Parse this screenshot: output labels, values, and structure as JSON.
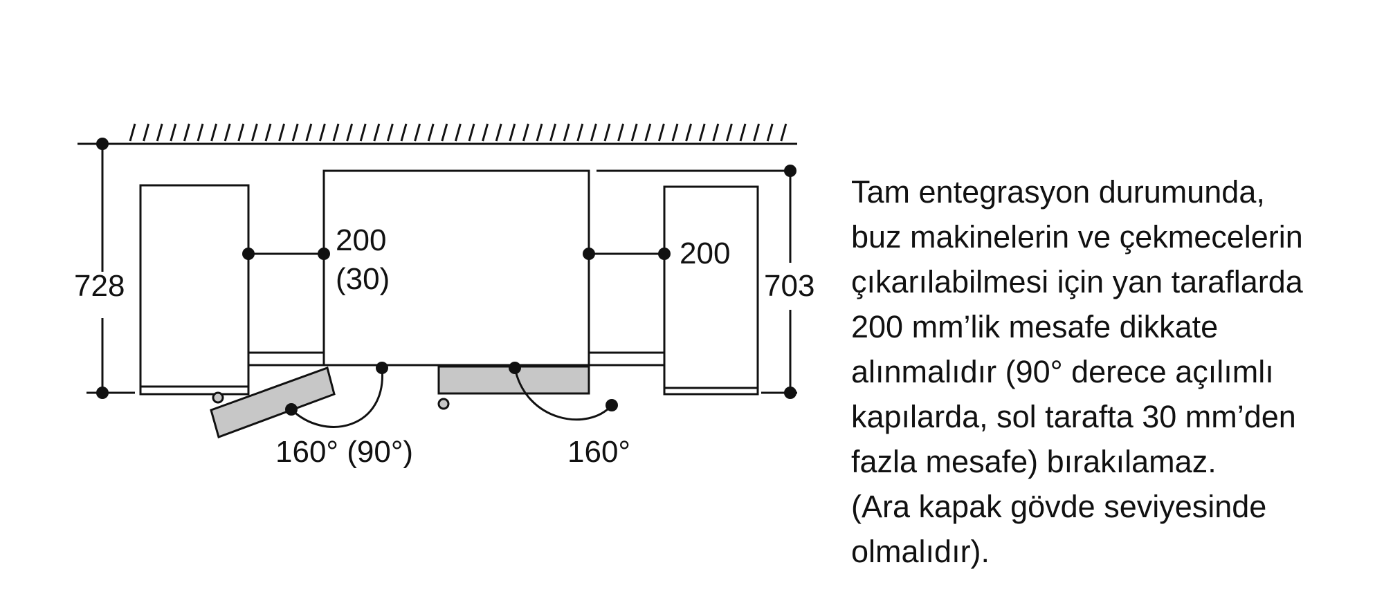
{
  "diagram": {
    "dim_left_depth": "728",
    "dim_right_depth": "703",
    "gap_left_value": "200",
    "gap_left_alt": "(30)",
    "gap_right_value": "200",
    "angle_left": "160° (90°)",
    "angle_right": "160°",
    "door_fill_color": "#c7c7c7",
    "line_color": "#111111"
  },
  "note": {
    "lines": [
      "Tam entegrasyon durumunda,",
      "buz makinelerin ve çekmecelerin",
      "çıkarılabilmesi için yan taraflarda",
      "200 mm’lik mesafe dikkate",
      "alınmalıdır (90° derece açılımlı",
      "kapılarda, sol tarafta 30 mm’den",
      "fazla mesafe) bırakılamaz.",
      "(Ara kapak gövde seviyesinde",
      "olmalıdır)."
    ]
  }
}
